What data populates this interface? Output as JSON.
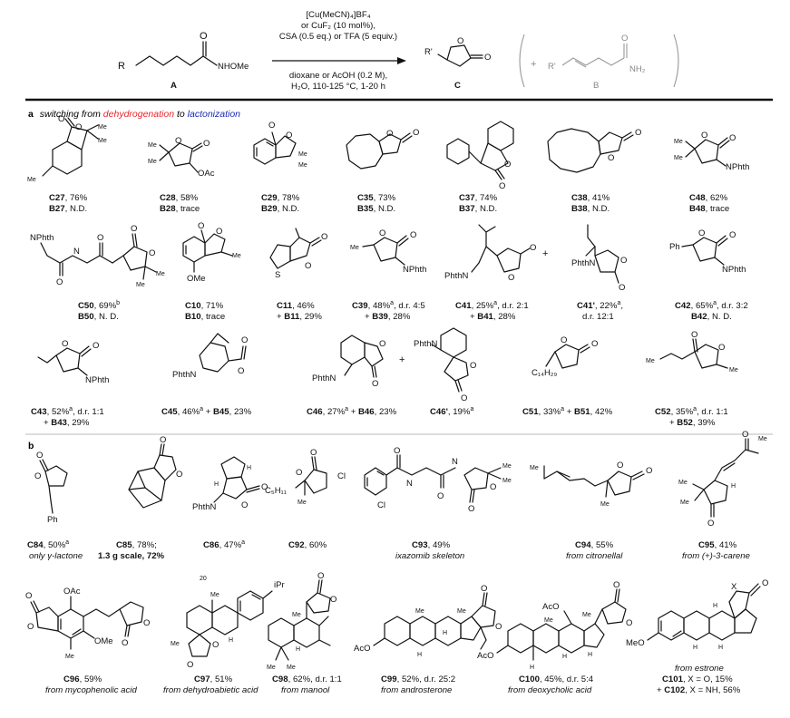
{
  "scheme": {
    "reactant": {
      "r": "R",
      "group": "NHOMe",
      "o": "O",
      "label": "A"
    },
    "conditions": {
      "line1": "[Cu(MeCN)₄]BF₄",
      "line2": "or CuF₂ (10 mol%),",
      "line3": "CSA (0.5 eq.) or TFA (5 equiv.)",
      "line4": "dioxane or AcOH (0.2 M),",
      "line5": "H₂O, 110-125 °C, 1-20 h"
    },
    "product": {
      "r": "R'",
      "o": "O",
      "label": "C"
    },
    "byproduct": {
      "plus": "+",
      "r": "R'",
      "group": "NH₂",
      "o": "O",
      "label": "B"
    }
  },
  "section_a": {
    "letter": "a",
    "title_part1": "switching from ",
    "title_word1": "dehydrogenation",
    "title_part2": " to ",
    "title_word2": "lactonization",
    "color_word1": "#e8242a",
    "color_word2": "#1a2bb8"
  },
  "section_b": {
    "letter": "b"
  },
  "compounds_a": [
    {
      "id": "C27",
      "line1": ", 76%",
      "line2_id": "B27",
      "line2": ", N.D."
    },
    {
      "id": "C28",
      "line1": ", 58%",
      "line2_id": "B28",
      "line2": ", trace"
    },
    {
      "id": "C29",
      "line1": ", 78%",
      "line2_id": "B29",
      "line2": ", N.D."
    },
    {
      "id": "C35",
      "line1": ", 73%",
      "line2_id": "B35",
      "line2": ", N.D."
    },
    {
      "id": "C37",
      "line1": ", 74%",
      "line2_id": "B37",
      "line2": ", N.D."
    },
    {
      "id": "C38",
      "line1": ", 41%",
      "line2_id": "B38",
      "line2": ", N.D."
    },
    {
      "id": "C48",
      "line1": ", 62%",
      "line2_id": "B48",
      "line2": ", trace"
    },
    {
      "id": "C50",
      "line1": ", 69%",
      "sup": "b",
      "line2_id": "B50",
      "line2": ", N. D."
    },
    {
      "id": "C10",
      "line1": ", 71%",
      "line2_id": "B10",
      "line2": ", trace"
    },
    {
      "id": "C11",
      "line1": ", 46%",
      "line2_pre": "+ ",
      "line2_id": "B11",
      "line2": ", 29%"
    },
    {
      "id": "C39",
      "line1": ", 48%",
      "sup": "a",
      "line1b": ", d.r. 4:5",
      "line2_pre": "+ ",
      "line2_id": "B39",
      "line2": ", 28%"
    },
    {
      "id": "C41",
      "line1": ", 25%",
      "sup": "a",
      "line1b": ", d.r. 2:1",
      "line2_pre": "+ ",
      "line2_id": "B41",
      "line2": ", 28%"
    },
    {
      "id": "C41'",
      "line1": ", 22%",
      "sup": "a",
      "line1b": ",",
      "line2": "d.r. 12:1"
    },
    {
      "id": "C42",
      "line1": ", 65%",
      "sup": "a",
      "line1b": ", d.r. 3:2",
      "line2_id": "B42",
      "line2": ", N. D."
    },
    {
      "id": "C43",
      "line1": ", 52%",
      "sup": "a",
      "line1b": ", d.r. 1:1",
      "line2_pre": "+ ",
      "line2_id": "B43",
      "line2": ", 29%"
    },
    {
      "id": "C45",
      "line1": ", 46%",
      "sup": "a",
      "line1b": " + ",
      "line1c_id": "B45",
      "line1c": ", 23%"
    },
    {
      "id": "C46",
      "line1": ", 27%",
      "sup": "a",
      "line1b": " + ",
      "line1c_id": "B46",
      "line1c": ", 23%"
    },
    {
      "id": "C46'",
      "line1": ", 19%",
      "sup": "a"
    },
    {
      "id": "C51",
      "line1": ", 33%",
      "sup": "a",
      "line1b": " + ",
      "line1c_id": "B51",
      "line1c": ", 42%"
    },
    {
      "id": "C52",
      "line1": ", 35%",
      "sup": "a",
      "line1b": ", d.r. 1:1",
      "line2_pre": "+ ",
      "line2_id": "B52",
      "line2": ", 39%"
    }
  ],
  "compounds_b": [
    {
      "id": "C84",
      "line1": ", 50%",
      "sup": "a",
      "line2": "only γ-lactone"
    },
    {
      "id": "C85",
      "line1": ", 78%;",
      "line2": "1.3 g scale, 72%"
    },
    {
      "id": "C86",
      "line1": ", 47%",
      "sup": "a"
    },
    {
      "id": "C92",
      "line1": ", 60%"
    },
    {
      "id": "C93",
      "line1": ", 49%",
      "line2": "ixazomib skeleton"
    },
    {
      "id": "C94",
      "line1": ", 55%",
      "line2": "from citronellal"
    },
    {
      "id": "C95",
      "line1": ", 41%",
      "line2": "from (+)-3-carene"
    },
    {
      "id": "C96",
      "line1": ", 59%",
      "line2": "from mycophenolic acid"
    },
    {
      "id": "C97",
      "line1": ", 51%",
      "line2": "from dehydroabietic acid"
    },
    {
      "id": "C98",
      "line1": ", 62%, d.r. 1:1",
      "line2": "from manool"
    },
    {
      "id": "C99",
      "line1": ", 52%, d.r. 25:2",
      "line2": "from androsterone"
    },
    {
      "id": "C100",
      "line1": ", 45%, d.r. 5:4",
      "line2": "from deoxycholic acid"
    },
    {
      "id": "C101",
      "line0": "from estrone",
      "line1": ", X = O, 15%",
      "line2_pre": "+ ",
      "line2_id": "C102",
      "line2": ",  X = NH, 56%"
    }
  ],
  "atoms": {
    "O": "O",
    "Me": "Me",
    "OAc": "OAc",
    "AcO": "AcO",
    "NPhth": "NPhth",
    "PhthN": "PhthN",
    "NH": "NH",
    "H": "N",
    "S": "S",
    "Ph": "Ph",
    "OMe": "OMe",
    "MeO": "MeO",
    "Cl": "Cl",
    "C14H29": "C₁₄H₂₉",
    "C5H11": "C₅H₁₁",
    "iPr": "iPr",
    "n20": "20",
    "Hh": "H",
    "X": "X",
    "plus": "+"
  }
}
